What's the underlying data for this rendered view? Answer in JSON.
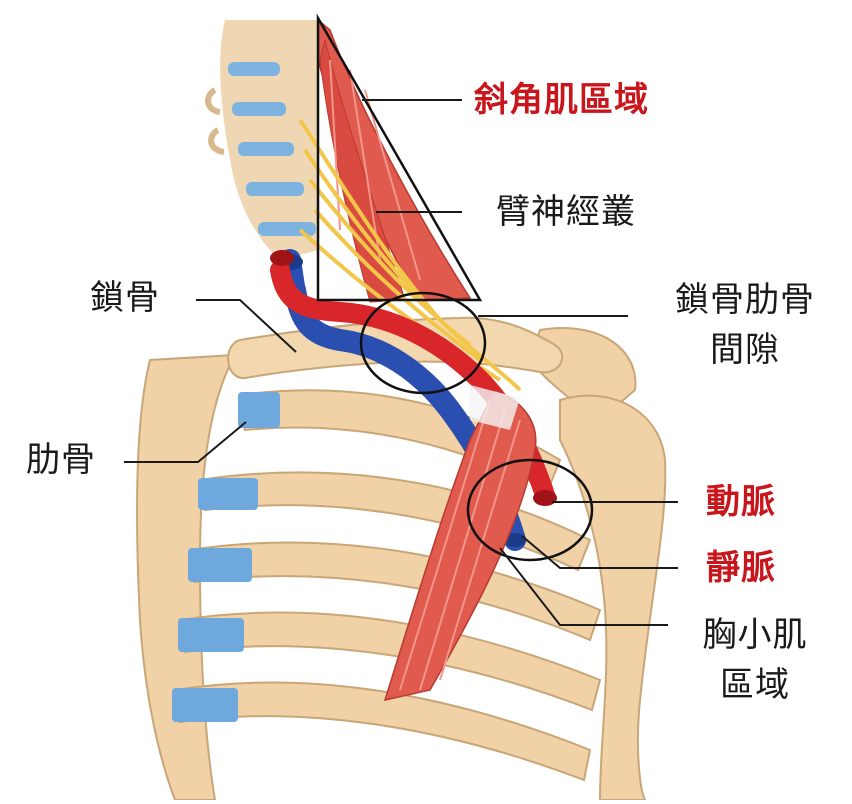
{
  "labels": {
    "scalene": "斜角肌區域",
    "brachial_plexus": "臂神經叢",
    "clavicle": "鎖骨",
    "costoclavicular_line1": "鎖骨肋骨",
    "costoclavicular_line2": "間隙",
    "rib": "肋骨",
    "artery": "動脈",
    "vein": "靜脈",
    "pectoralis_line1": "胸小肌",
    "pectoralis_line2": "區域"
  },
  "colors": {
    "bone": "#f0d2a6",
    "cartilage": "#6fa8dc",
    "muscle": "#e05a4e",
    "artery": "#d8262a",
    "vein": "#2a4fb0",
    "nerve": "#f2c64a",
    "highlight_label": "#c8161d",
    "leader_line": "#1a1a1a"
  }
}
